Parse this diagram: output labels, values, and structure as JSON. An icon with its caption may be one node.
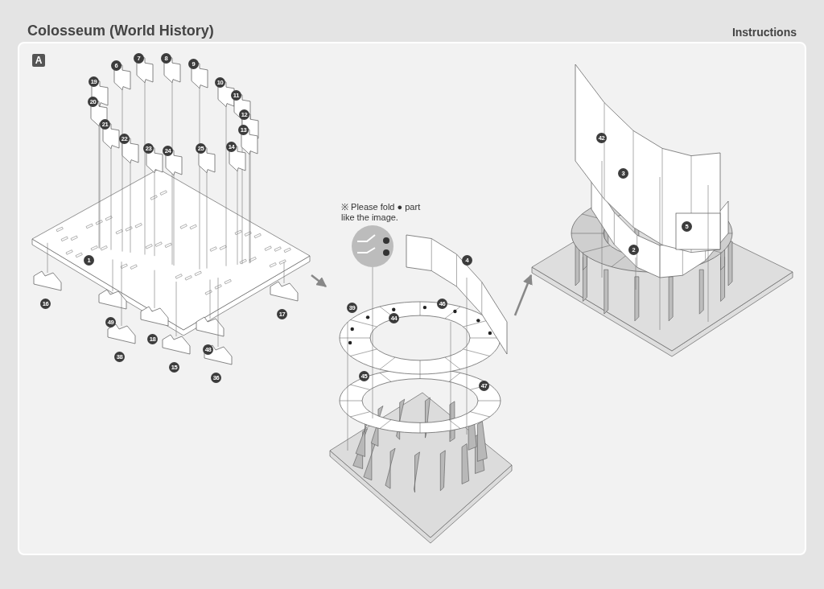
{
  "diagram": {
    "title": "Colosseum (World History)",
    "nodes": [
      {
        "text": [],
        "shape": "picture"
      },
      {
        "text": [],
        "shape": "picture",
        "beside": [
          "※ Please fold ● part like the image."
        ]
      },
      {
        "text": [],
        "shape": "picture"
      }
    ],
    "edges": [
      {
        "from": 0,
        "to": 1,
        "arrow": "to"
      },
      {
        "from": 1,
        "to": 2,
        "arrow": "to"
      }
    ],
    "labels": [
      "Instructions",
      "A",
      "6",
      "7",
      "8",
      "9",
      "10",
      "11",
      "12",
      "13",
      "14",
      "19",
      "20",
      "21",
      "22",
      "23",
      "24",
      "25",
      "1",
      "16",
      "17",
      "49",
      "18",
      "38",
      "15",
      "48",
      "36",
      "39",
      "44",
      "46",
      "4",
      "45",
      "47",
      "42",
      "3",
      "5",
      "2"
    ]
  }
}
